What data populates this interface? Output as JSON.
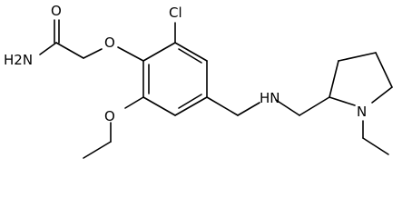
{
  "molecule": {
    "atom_labels": {
      "carbonyl_oxygen": "O",
      "amide_nitrogen": "H2N",
      "ether_oxygen_top": "O",
      "chlorine": "Cl",
      "ether_oxygen_bottom": "O",
      "amine_nitrogen": "HN",
      "ring_nitrogen": "N"
    },
    "colors": {
      "bond": "#000000",
      "label": "#000000",
      "background": "#ffffff"
    }
  }
}
